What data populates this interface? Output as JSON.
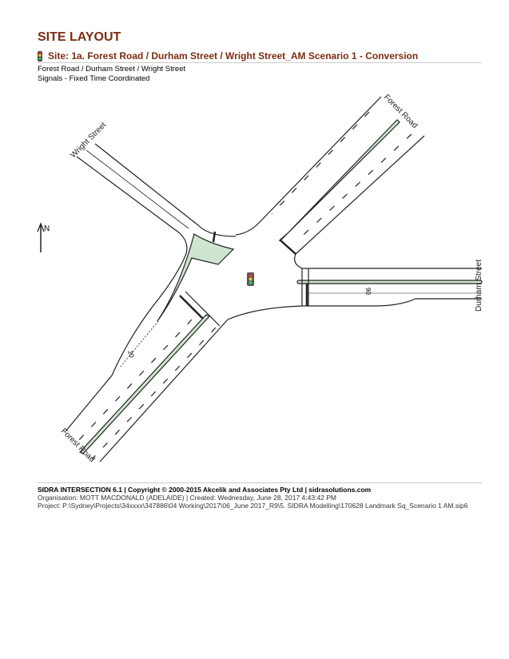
{
  "header": {
    "title": "SITE LAYOUT",
    "site_label": "Site: 1a. Forest Road / Durham Street / Wright Street_AM Scenario 1 - Conversion",
    "intersection_name": "Forest Road / Durham Street / Wright Street",
    "control_type": "Signals - Fixed Time Coordinated",
    "icon": "traffic-signal-icon"
  },
  "diagram": {
    "north_label": "N",
    "roads": {
      "forest_road_ne": "Forest Road",
      "forest_road_sw": "Forest Road",
      "wright_street": "Wright Street",
      "durham_street": "Durham Street"
    },
    "lane_length_labels": {
      "durham": "90",
      "forest_sw": "20"
    },
    "colors": {
      "island": "#cfe5cf",
      "title": "#7b2d12"
    }
  },
  "footer": {
    "software": "SIDRA INTERSECTION 6.1  |  Copyright © 2000-2015 Akcelik and Associates Pty Ltd  |  sidrasolutions.com",
    "organisation": "Organisation: MOTT MACDONALD (ADELAIDE)  |  Created: Wednesday, June 28, 2017 4:43:42 PM",
    "project": "Project:  P:\\Sydney\\Projects\\34xxxx\\347886\\04 Working\\2017\\06_June 2017_R9\\5. SIDRA Modelling\\170628 Landmark Sq_Scenario 1 AM.sip6"
  }
}
